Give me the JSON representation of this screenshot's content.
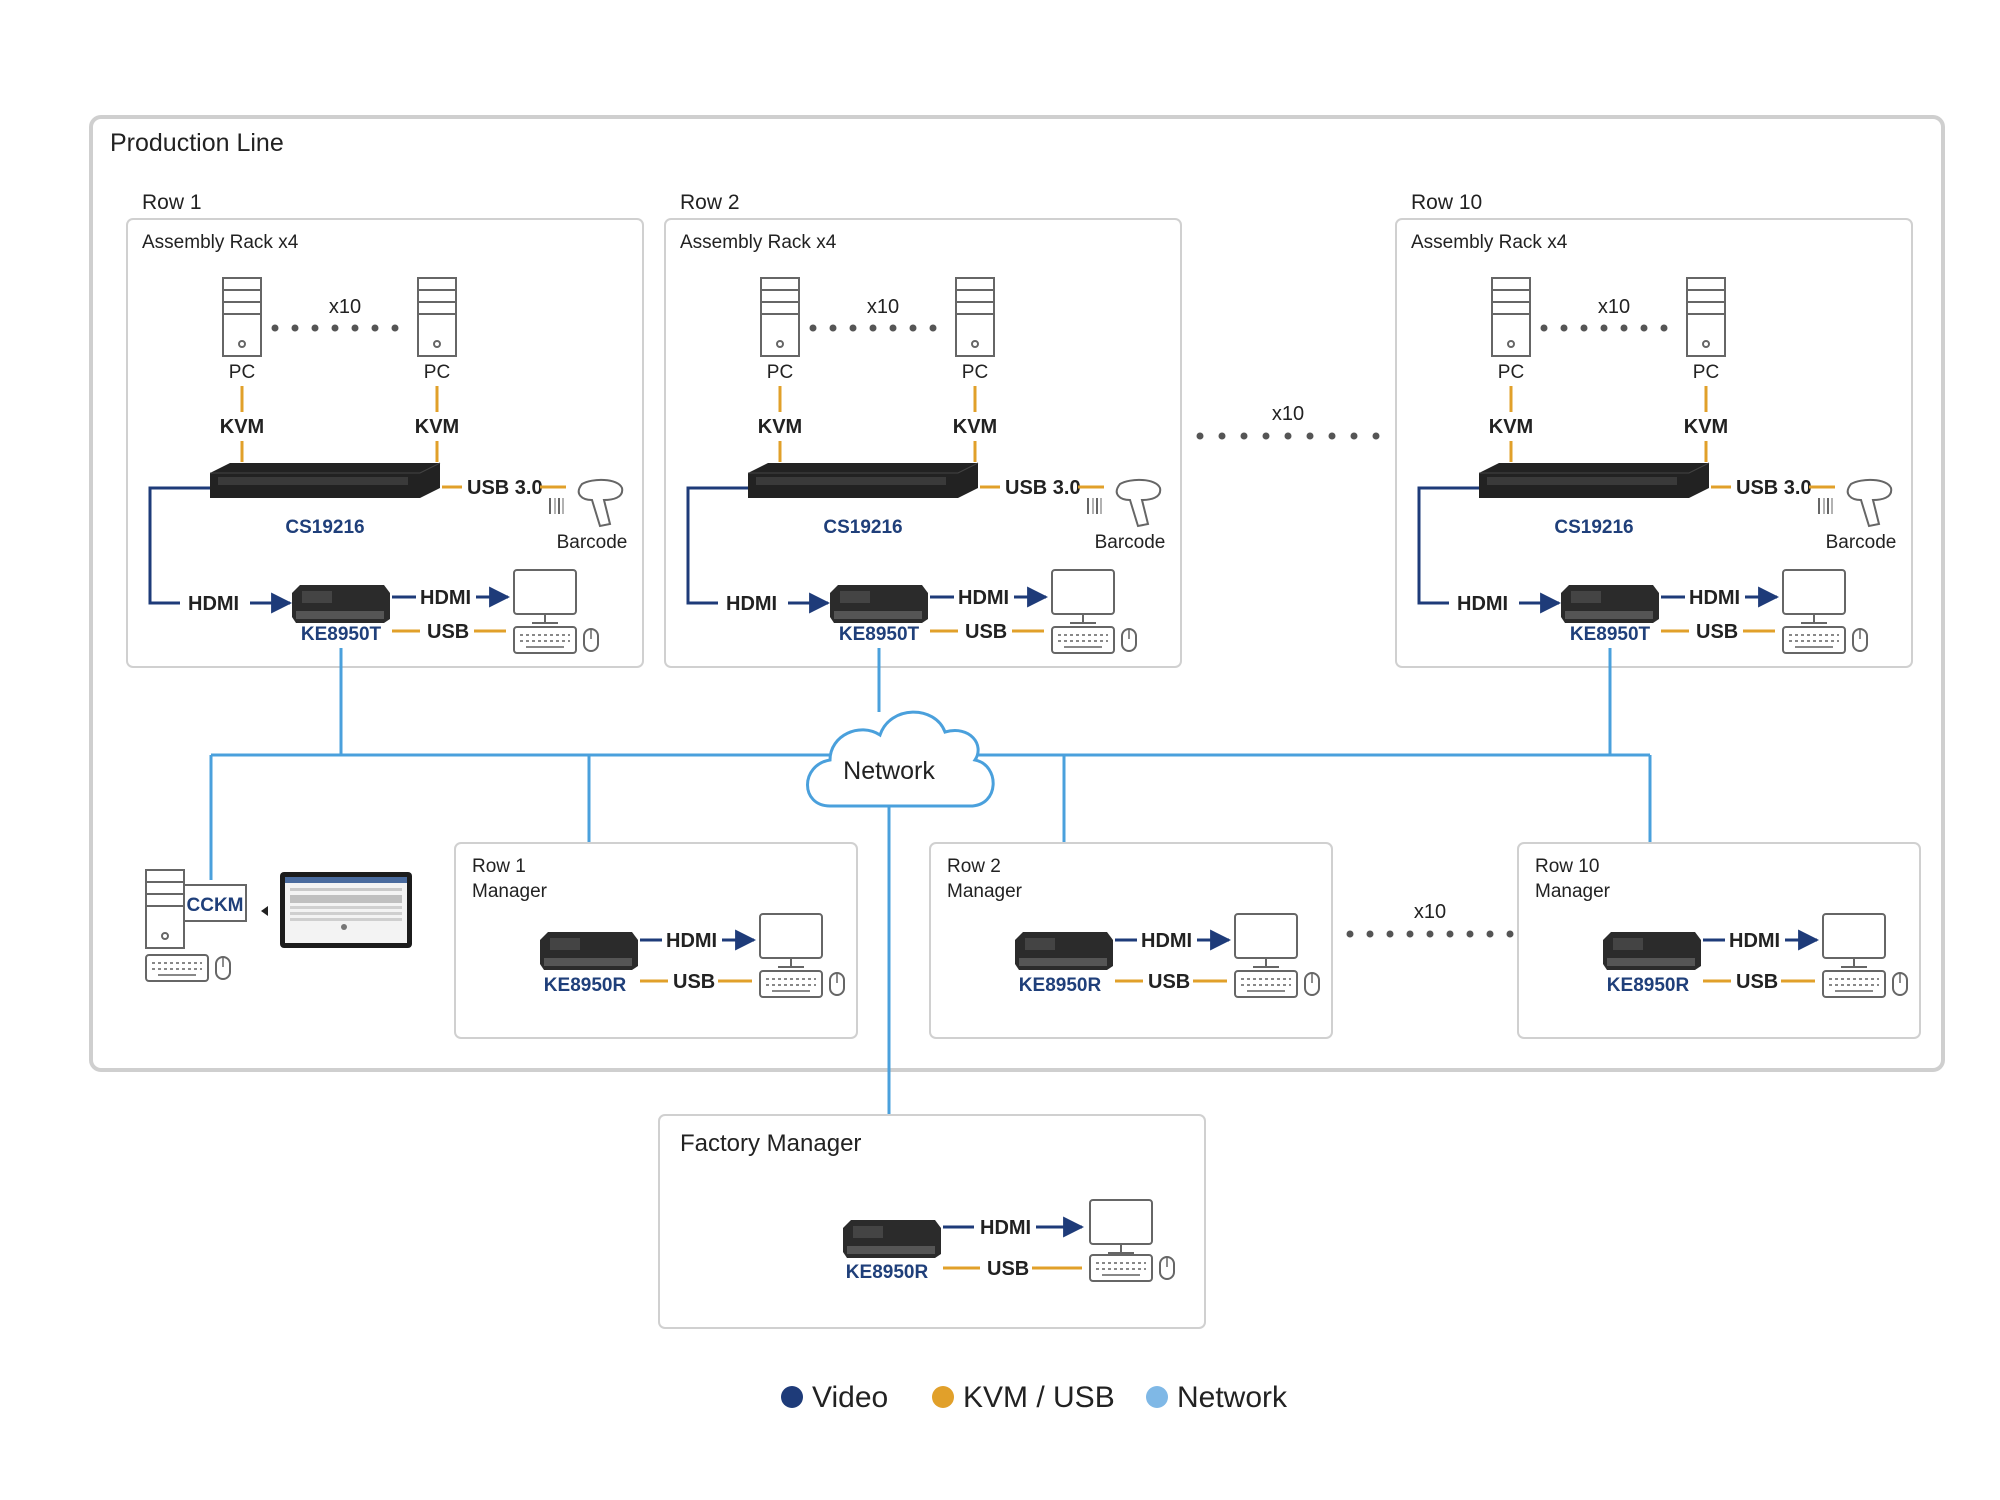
{
  "production_line": {
    "title": "Production Line"
  },
  "rows": [
    {
      "row_label": "Row 1",
      "rack_label": "Assembly Rack x4",
      "pc_label": "PC",
      "kvm_label": "KVM",
      "multiplier": "x10",
      "switch_label": "CS19216",
      "usb30_label": "USB 3.0",
      "barcode_label": "Barcode",
      "hdmi_in_label": "HDMI",
      "hdmi_out_label": "HDMI",
      "usb_label": "USB",
      "transmitter_label": "KE8950T"
    },
    {
      "row_label": "Row 2",
      "rack_label": "Assembly Rack x4",
      "pc_label": "PC",
      "kvm_label": "KVM",
      "multiplier": "x10",
      "switch_label": "CS19216",
      "usb30_label": "USB 3.0",
      "barcode_label": "Barcode",
      "hdmi_in_label": "HDMI",
      "hdmi_out_label": "HDMI",
      "usb_label": "USB",
      "transmitter_label": "KE8950T"
    },
    {
      "row_label": "Row 10",
      "rack_label": "Assembly Rack x4",
      "pc_label": "PC",
      "kvm_label": "KVM",
      "multiplier": "x10",
      "switch_label": "CS19216",
      "usb30_label": "USB 3.0",
      "barcode_label": "Barcode",
      "hdmi_in_label": "HDMI",
      "hdmi_out_label": "HDMI",
      "usb_label": "USB",
      "transmitter_label": "KE8950T"
    }
  ],
  "rows_multiplier": "x10",
  "network_label": "Network",
  "cckm_label": "CCKM",
  "managers": [
    {
      "title_line1": "Row 1",
      "title_line2": "Manager",
      "receiver_label": "KE8950R",
      "hdmi_label": "HDMI",
      "usb_label": "USB"
    },
    {
      "title_line1": "Row 2",
      "title_line2": "Manager",
      "receiver_label": "KE8950R",
      "hdmi_label": "HDMI",
      "usb_label": "USB"
    },
    {
      "title_line1": "Row 10",
      "title_line2": "Manager",
      "receiver_label": "KE8950R",
      "hdmi_label": "HDMI",
      "usb_label": "USB"
    }
  ],
  "managers_multiplier": "x10",
  "factory_manager": {
    "title": "Factory Manager",
    "receiver_label": "KE8950R",
    "hdmi_label": "HDMI",
    "usb_label": "USB"
  },
  "legend": [
    {
      "label": "Video",
      "color": "#1e3b79"
    },
    {
      "label": "KVM / USB",
      "color": "#e1a02a"
    },
    {
      "label": "Network",
      "color": "#7fb8e6"
    }
  ],
  "colors": {
    "video": "#1e3b79",
    "kvm_usb": "#e1a02a",
    "network": "#4aa0dc",
    "box_border": "#d0d0d0"
  }
}
